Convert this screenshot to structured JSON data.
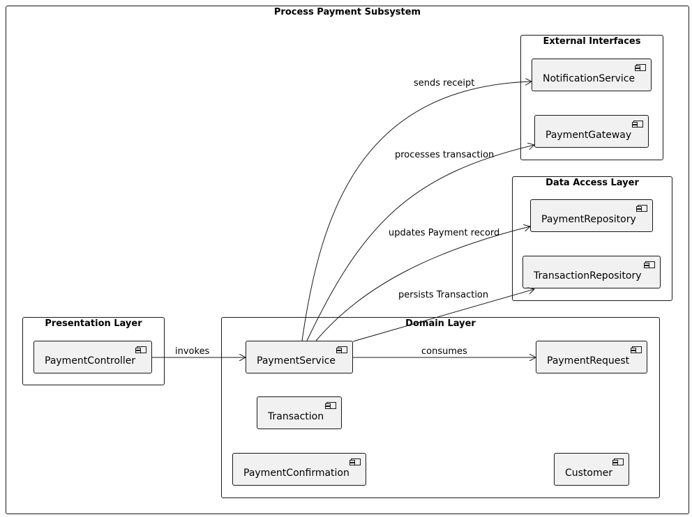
{
  "diagram": {
    "title": "Process Payment Subsystem",
    "packages": {
      "external": {
        "title": "External Interfaces"
      },
      "data_access": {
        "title": "Data Access Layer"
      },
      "presentation": {
        "title": "Presentation Layer"
      },
      "domain": {
        "title": "Domain Layer"
      }
    },
    "components": {
      "notification_service": "NotificationService",
      "payment_gateway": "PaymentGateway",
      "payment_repository": "PaymentRepository",
      "transaction_repository": "TransactionRepository",
      "payment_controller": "PaymentController",
      "payment_service": "PaymentService",
      "payment_request": "PaymentRequest",
      "transaction": "Transaction",
      "payment_confirmation": "PaymentConfirmation",
      "customer": "Customer"
    },
    "edges": {
      "sends_receipt": "sends receipt",
      "processes_transaction": "processes transaction",
      "updates_payment_record": "updates Payment record",
      "persists_transaction": "persists Transaction",
      "invokes": "invokes",
      "consumes": "consumes"
    },
    "icon": "component-icon"
  }
}
